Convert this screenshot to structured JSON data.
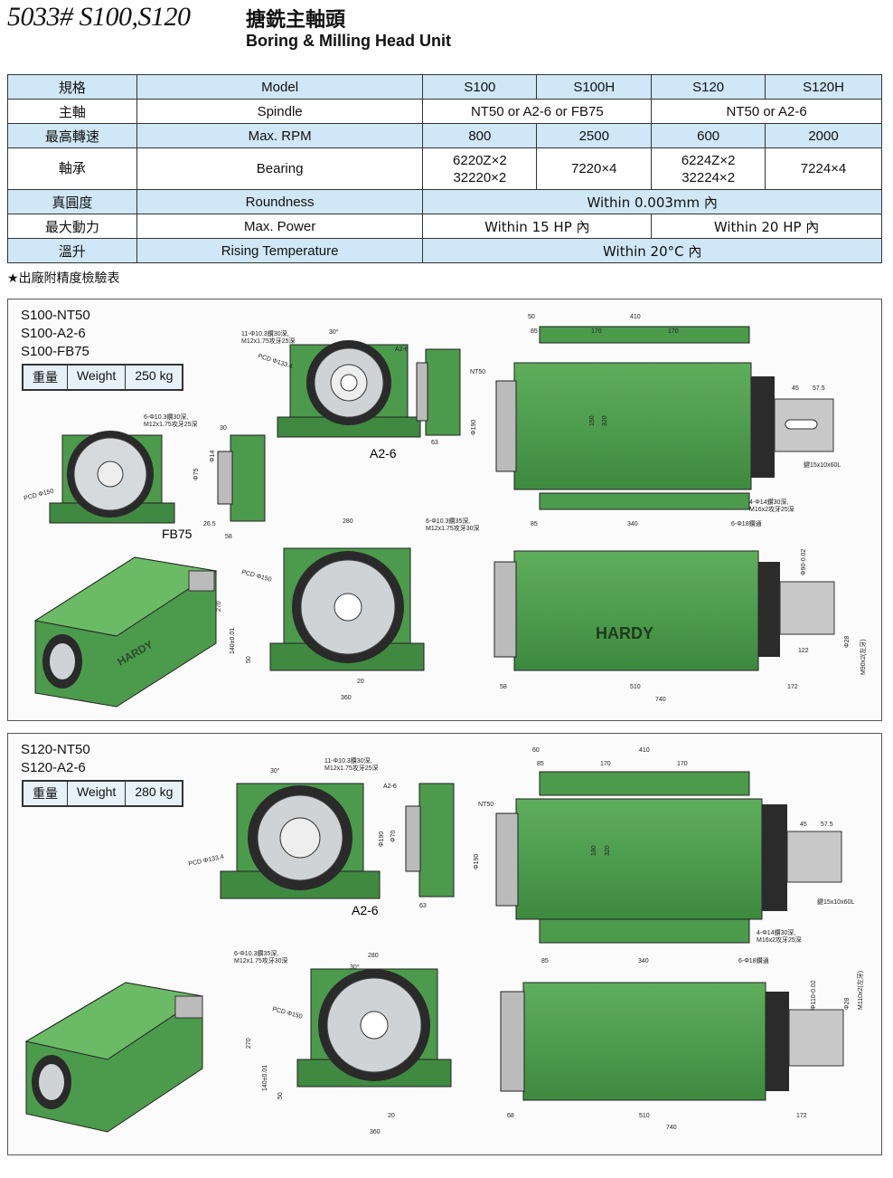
{
  "header": {
    "model_code": "5033# S100,S120",
    "title_zh": "搪銑主軸頭",
    "title_en": "Boring & Milling Head Unit"
  },
  "spec_table": {
    "row_model": {
      "zh": "規格",
      "en": "Model",
      "c1": "S100",
      "c2": "S100H",
      "c3": "S120",
      "c4": "S120H"
    },
    "row_spindle": {
      "zh": "主軸",
      "en": "Spindle",
      "s100": "NT50 or A2-6 or FB75",
      "s120": "NT50 or A2-6"
    },
    "row_rpm": {
      "zh": "最高轉速",
      "en": "Max. RPM",
      "c1": "800",
      "c2": "2500",
      "c3": "600",
      "c4": "2000"
    },
    "row_bearing": {
      "zh": "軸承",
      "en": "Bearing",
      "c1a": "6220Z×2",
      "c1b": "32220×2",
      "c2": "7220×4",
      "c3a": "6224Z×2",
      "c3b": "32224×2",
      "c4": "7224×4"
    },
    "row_roundness": {
      "zh": "真圓度",
      "en": "Roundness",
      "all": "Within 0.003mm 內"
    },
    "row_power": {
      "zh": "最大動力",
      "en": "Max. Power",
      "s100": "Within 15 HP 內",
      "s120": "Within 20 HP 內"
    },
    "row_temp": {
      "zh": "溫升",
      "en": "Rising Temperature",
      "all": "Within 20°C 內"
    }
  },
  "note": "★出廠附精度檢驗表",
  "panel1": {
    "variants": [
      "S100-NT50",
      "S100-A2-6",
      "S100-FB75"
    ],
    "weight_zh": "重量",
    "weight_en": "Weight",
    "weight_value": "250 kg",
    "label_a26": "A2-6",
    "label_fb75": "FB75",
    "brand": "HARDY",
    "dims": {
      "d1": "11-Φ10.3鑽30深,",
      "d2": "M12x1.75攻牙25深",
      "d3": "PCD Φ133.4",
      "d4": "30°",
      "d5": "50",
      "d6": "410",
      "d7": "85",
      "d8": "170",
      "d9": "170",
      "d10": "NT50",
      "d11": "45",
      "d12": "57.5",
      "d13": "Φ190",
      "d14": "150",
      "d15": "320",
      "d16": "鍵15x10x60L",
      "d17": "63",
      "d18": "A2-6",
      "d19": "6-Φ10.3鑽30深,",
      "d20": "M12x1.75攻牙25深",
      "d21": "PCD Φ150",
      "d22": "30",
      "d23": "26.5",
      "d24": "58",
      "d25": "4-Φ14鑽30深,",
      "d26": "M16x2攻牙25深",
      "d27": "6-Φ18鑽通",
      "d28": "85",
      "d29": "340",
      "d30": "280",
      "d31": "6-Φ10.3鑽35深,",
      "d32": "M12x1.75攻牙30深",
      "d33": "PCD Φ150",
      "d34": "270",
      "d35": "140±0.01",
      "d36": "50",
      "d37": "20",
      "d38": "360",
      "d39": "58",
      "d40": "510",
      "d41": "172",
      "d42": "740",
      "d43": "122",
      "d44": "Φ90-0.02",
      "d45": "Φ28",
      "d46": "M90x2(左牙)",
      "d47": "Φ14",
      "d48": "Φ75"
    }
  },
  "panel2": {
    "variants": [
      "S120-NT50",
      "S120-A2-6"
    ],
    "weight_zh": "重量",
    "weight_en": "Weight",
    "weight_value": "280 kg",
    "label_a26": "A2-6",
    "dims": {
      "d1": "11-Φ10.3鑽30深,",
      "d2": "M12x1.75攻牙25深",
      "d3": "PCD Φ133.4",
      "d4": "30°",
      "d5": "60",
      "d6": "410",
      "d7": "85",
      "d8": "170",
      "d9": "170",
      "d10": "NT50",
      "d11": "45",
      "d12": "57.5",
      "d13": "Φ190",
      "d14": "180",
      "d15": "320",
      "d16": "鍵15x10x60L",
      "d17": "63",
      "d18": "A2-6",
      "d19": "Φ190",
      "d20": "Φ70",
      "d21": "4-Φ14鑽30深,",
      "d22": "M16x2攻牙25深",
      "d23": "6-Φ18鑽通",
      "d24": "85",
      "d25": "340",
      "d26": "6-Φ10.3鑽35深,",
      "d27": "M12x1.75攻牙30深",
      "d28": "280",
      "d29": "30°",
      "d30": "PCD Φ150",
      "d31": "270",
      "d32": "140±0.01",
      "d33": "50",
      "d34": "20",
      "d35": "360",
      "d36": "68",
      "d37": "510",
      "d38": "172",
      "d39": "740",
      "d40": "Φ110-0.02",
      "d41": "Φ28",
      "d42": "M110x2(左牙)"
    }
  }
}
